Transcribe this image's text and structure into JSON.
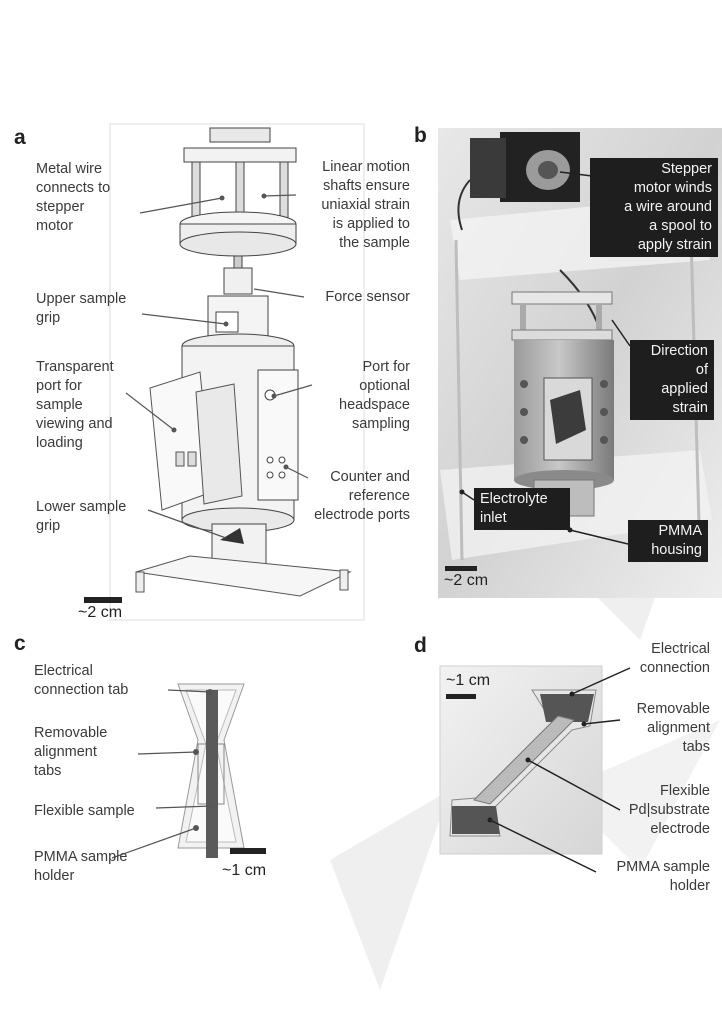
{
  "panels": {
    "a": {
      "letter": "a",
      "labels": {
        "metal_wire": [
          "Metal wire",
          "connects to",
          "stepper",
          "motor"
        ],
        "linear_motion": [
          "Linear motion",
          "shafts ensure",
          "uniaxial strain",
          "is applied to",
          "the sample"
        ],
        "upper_grip": [
          "Upper sample",
          "grip"
        ],
        "force_sensor": [
          "Force sensor"
        ],
        "transparent_port": [
          "Transparent",
          "port for",
          "sample",
          "viewing and",
          "loading"
        ],
        "headspace_port": [
          "Port for",
          "optional",
          "headspace",
          "sampling"
        ],
        "counter_ref": [
          "Counter and",
          "reference",
          "electrode ports"
        ],
        "lower_grip": [
          "Lower sample",
          "grip"
        ]
      },
      "scale": "~2 cm"
    },
    "b": {
      "letter": "b",
      "labels": {
        "stepper_motor": [
          "Stepper",
          "motor winds",
          "a wire around",
          "a spool to",
          "apply strain"
        ],
        "direction": [
          "Direction",
          "of",
          "applied",
          "strain"
        ],
        "electrolyte": [
          "Electrolyte",
          "inlet"
        ],
        "pmma_housing": [
          "PMMA",
          "housing"
        ]
      },
      "scale": "~2 cm"
    },
    "c": {
      "letter": "c",
      "labels": {
        "electrical_tab": [
          "Electrical",
          "connection tab"
        ],
        "removable_tabs": [
          "Removable",
          "alignment",
          "tabs"
        ],
        "flexible_sample": [
          "Flexible sample"
        ],
        "pmma_holder": [
          "PMMA sample",
          "holder"
        ]
      },
      "scale": "~1 cm"
    },
    "d": {
      "letter": "d",
      "labels": {
        "electrical_connection": [
          "Electrical",
          "connection"
        ],
        "removable_tabs": [
          "Removable",
          "alignment",
          "tabs"
        ],
        "flexible_electrode": [
          "Flexible",
          "Pd|substrate",
          "electrode"
        ],
        "pmma_holder": [
          "PMMA sample",
          "holder"
        ]
      },
      "scale": "~1 cm"
    }
  },
  "colors": {
    "label_text": "#3a3a3a",
    "dark_box": "#1e1e1e",
    "line": "#555555"
  }
}
